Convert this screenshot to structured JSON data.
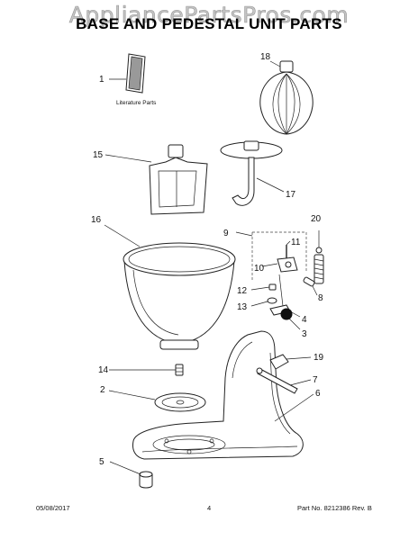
{
  "watermark": "AppliancePartsPros.com",
  "title": "BASE AND PEDESTAL UNIT PARTS",
  "literature_label": "Literature Parts",
  "callouts": {
    "c1": "1",
    "c2": "2",
    "c3": "3",
    "c4": "4",
    "c5": "5",
    "c6": "6",
    "c7": "7",
    "c8": "8",
    "c9": "9",
    "c10": "10",
    "c11": "11",
    "c12": "12",
    "c13": "13",
    "c14": "14",
    "c15": "15",
    "c16": "16",
    "c17": "17",
    "c18": "18",
    "c19": "19",
    "c20": "20"
  },
  "footer": {
    "date": "05/08/2017",
    "page": "4",
    "part_no": "Part No. 8212386  Rev. B"
  }
}
